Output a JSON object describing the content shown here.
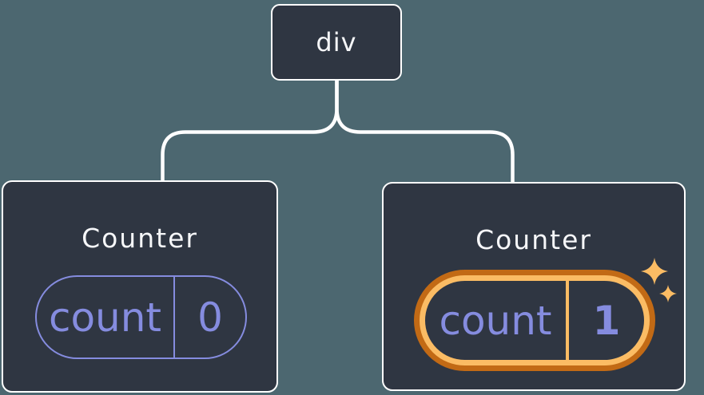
{
  "canvas": {
    "background_color": "#4C6770"
  },
  "palette": {
    "node_fill": "#2F3642",
    "node_border": "#FFFFFF",
    "text_primary": "#F6F7F9",
    "state_accent": "#858CDF",
    "highlight_ring_outer": "#C26A15",
    "highlight_ring_inner": "#FBBC64"
  },
  "tree": {
    "root": {
      "label": "div"
    },
    "children": [
      {
        "title": "Counter",
        "state_key": "count",
        "state_value": "0",
        "highlighted": false
      },
      {
        "title": "Counter",
        "state_key": "count",
        "state_value": "1",
        "highlighted": true
      }
    ]
  },
  "icons": {
    "sparkles": "four-point-sparkle-stars"
  }
}
